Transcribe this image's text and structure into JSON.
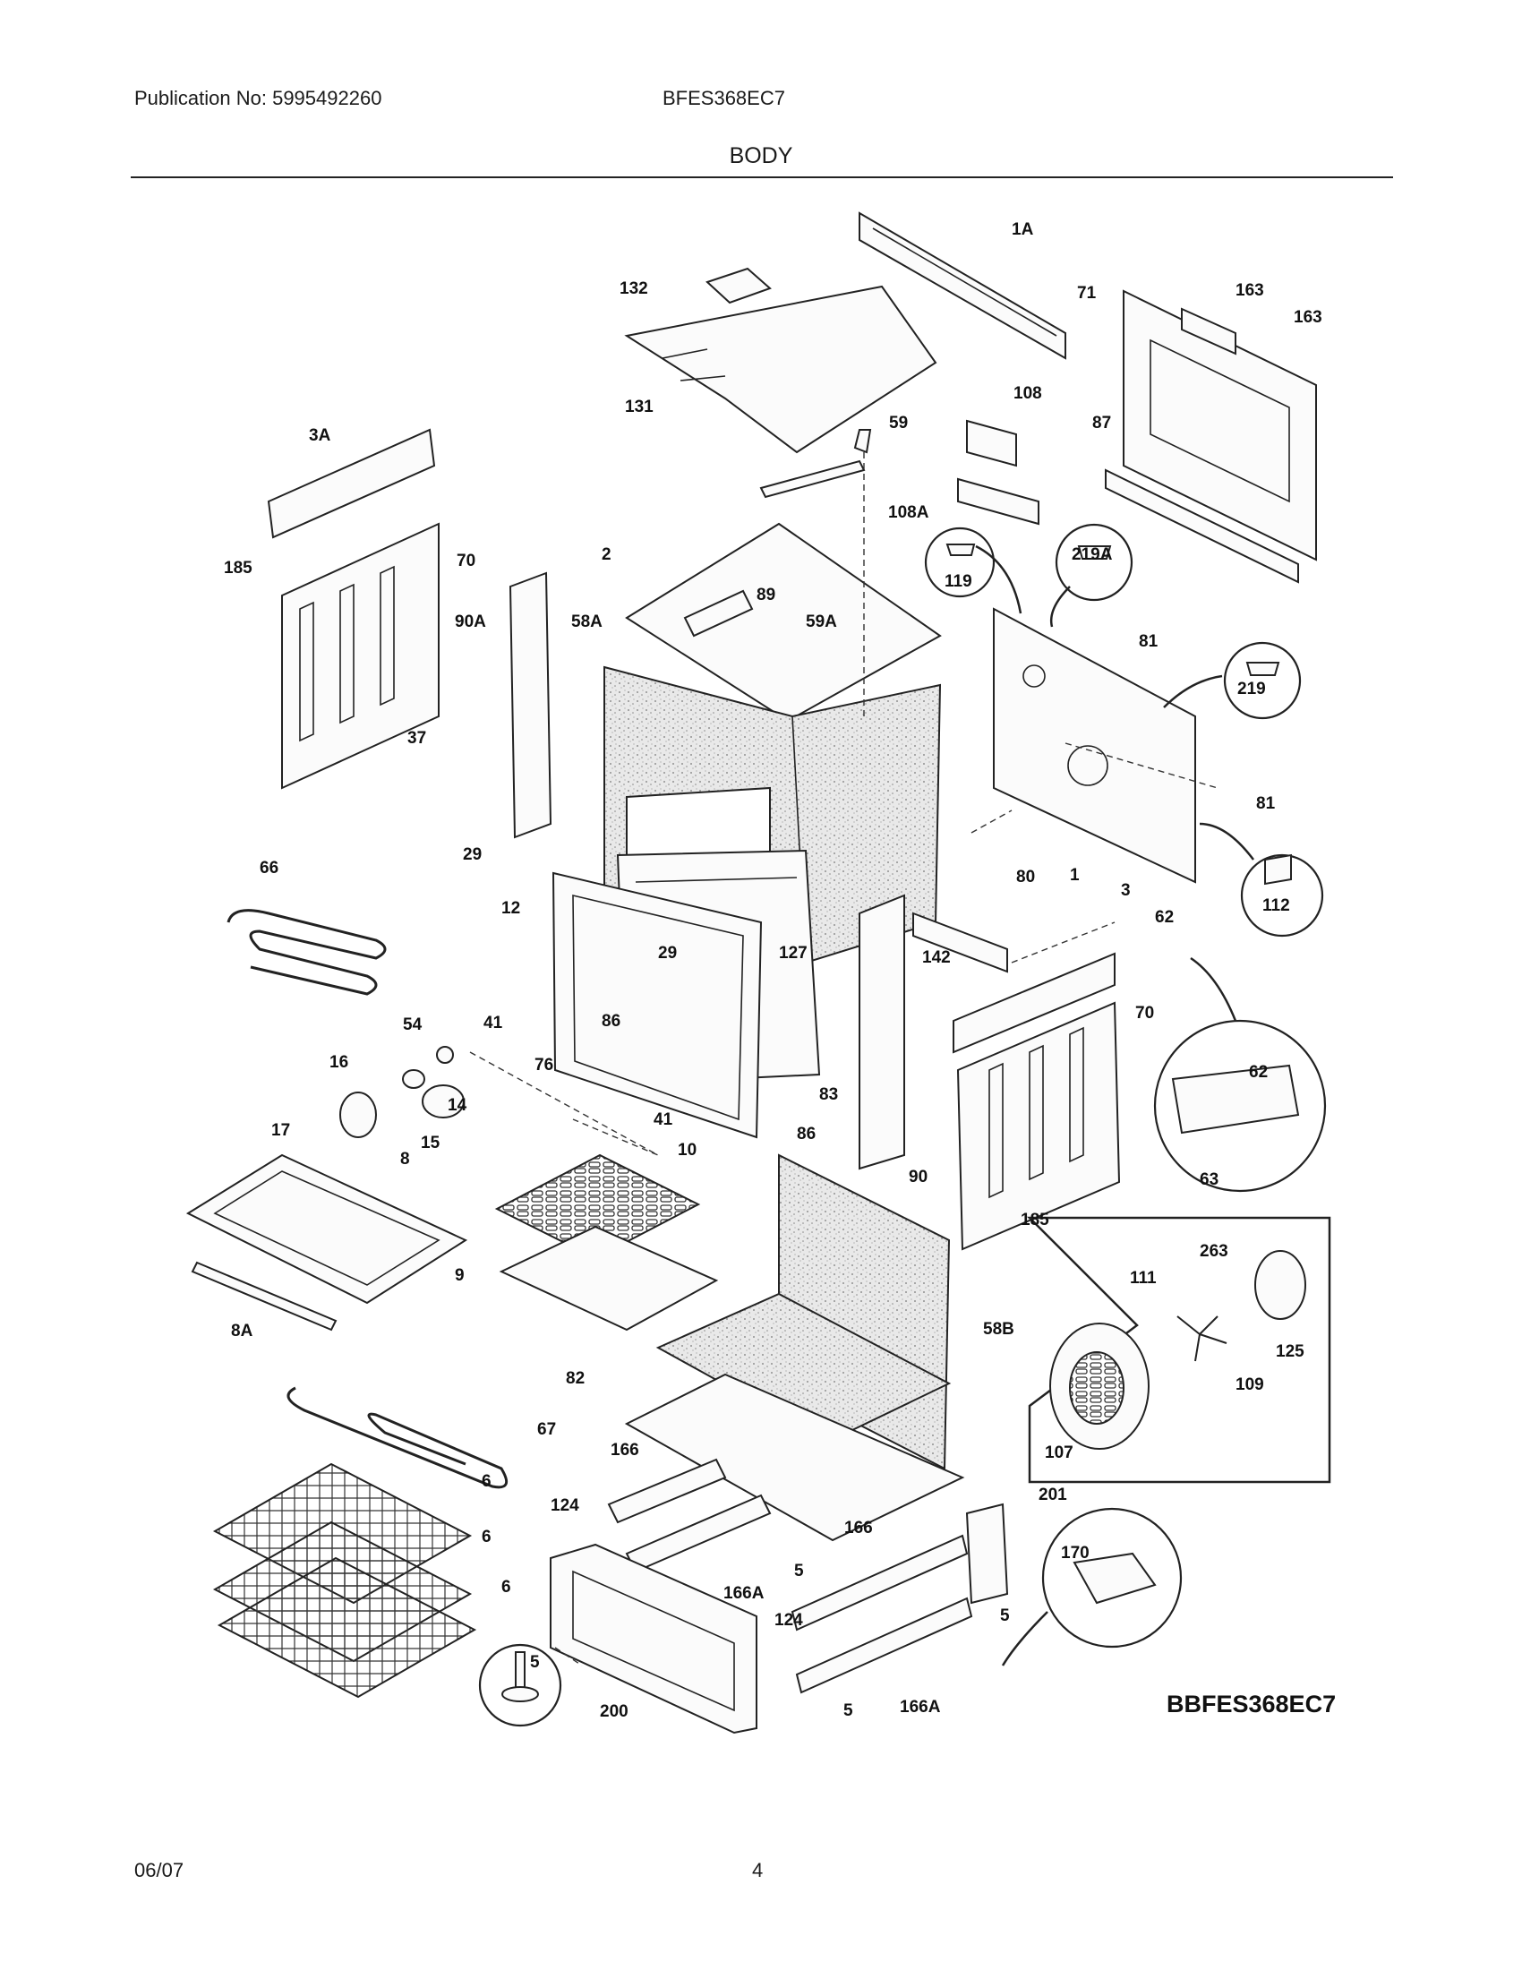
{
  "header": {
    "publication": "Publication No: 5995492260",
    "model": "BFES368EC7",
    "section": "BODY"
  },
  "diagram": {
    "labels": [
      "1A",
      "163",
      "163",
      "132",
      "71",
      "131",
      "108",
      "59",
      "87",
      "3A",
      "108A",
      "2",
      "219A",
      "119",
      "185",
      "70",
      "89",
      "90A",
      "58A",
      "59A",
      "81",
      "219",
      "37",
      "81",
      "29",
      "66",
      "80",
      "1",
      "112",
      "3",
      "62",
      "12",
      "29",
      "127",
      "142",
      "41",
      "86",
      "54",
      "70",
      "76",
      "16",
      "14",
      "83",
      "62",
      "17",
      "15",
      "41",
      "86",
      "10",
      "90",
      "8",
      "63",
      "185",
      "263",
      "111",
      "9",
      "58B",
      "125",
      "8A",
      "109",
      "82",
      "107",
      "67",
      "201",
      "166",
      "124",
      "166",
      "170",
      "5",
      "6",
      "6",
      "166A",
      "5",
      "6",
      "124",
      "5",
      "166A",
      "200",
      "5"
    ],
    "drawing_code": "BBFES368EC7"
  },
  "footer": {
    "date": "06/07",
    "page": "4"
  }
}
